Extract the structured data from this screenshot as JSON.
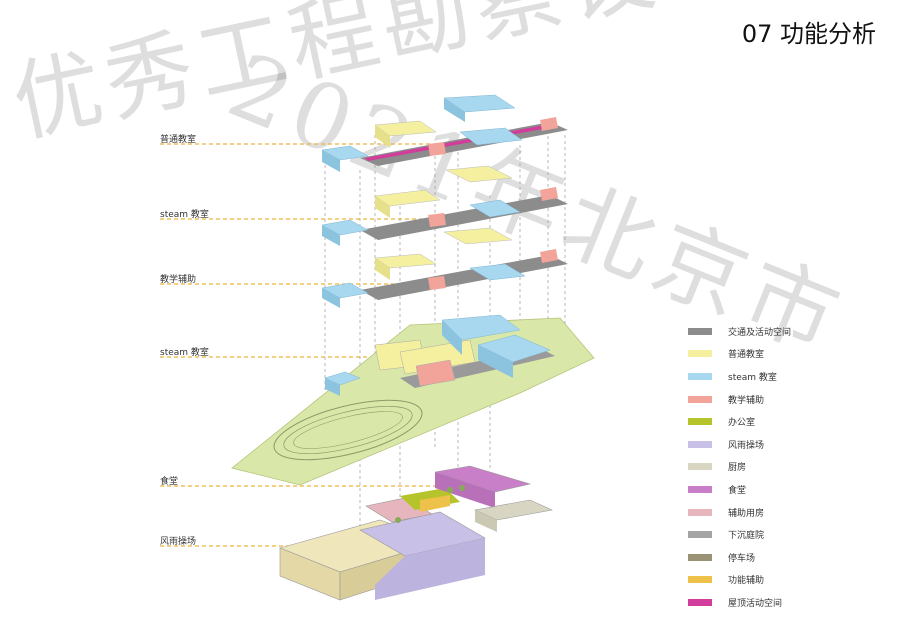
{
  "title": "07 功能分析",
  "watermark": {
    "line1": "优秀工程勘察设计奖",
    "line2": "2021年北京市"
  },
  "levels": [
    {
      "label": "普通教室"
    },
    {
      "label": "steam 教室"
    },
    {
      "label": "教学辅助"
    },
    {
      "label": "steam 教室"
    },
    {
      "label": "食堂"
    },
    {
      "label": "风雨操场"
    }
  ],
  "legend": [
    {
      "label": "交通及活动空间",
      "color": "#8c8c8c"
    },
    {
      "label": "普通教室",
      "color": "#f5f0a0"
    },
    {
      "label": "steam 教室",
      "color": "#a8d8ef"
    },
    {
      "label": "教学辅助",
      "color": "#f2a39a"
    },
    {
      "label": "办公室",
      "color": "#b5c42a"
    },
    {
      "label": "风雨操场",
      "color": "#c8c0e6"
    },
    {
      "label": "厨房",
      "color": "#d8d5c3"
    },
    {
      "label": "食堂",
      "color": "#c97fc8"
    },
    {
      "label": "辅助用房",
      "color": "#e7b5bd"
    },
    {
      "label": "下沉庭院",
      "color": "#a4a4a4"
    },
    {
      "label": "停车场",
      "color": "#9a9275"
    },
    {
      "label": "功能辅助",
      "color": "#eec24a"
    },
    {
      "label": "屋顶活动空间",
      "color": "#d23c9a"
    }
  ]
}
